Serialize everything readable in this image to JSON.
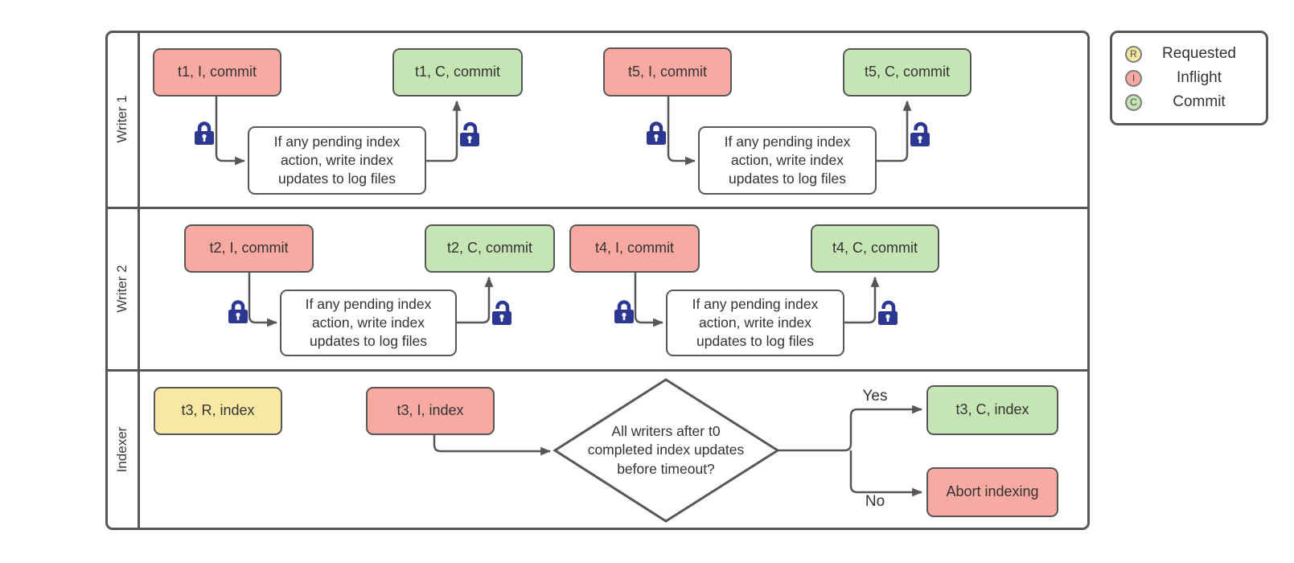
{
  "diagram": {
    "lanes": {
      "writer1": {
        "label": "Writer 1"
      },
      "writer2": {
        "label": "Writer 2"
      },
      "indexer": {
        "label": "Indexer"
      }
    },
    "nodes": {
      "t1_inflight": {
        "label": "t1, I, commit"
      },
      "w1_process_a": {
        "label": "If any pending index action, write index updates to log files"
      },
      "t1_commit": {
        "label": "t1, C, commit"
      },
      "t5_inflight": {
        "label": "t5, I, commit"
      },
      "w1_process_b": {
        "label": "If any pending index action, write index updates to log files"
      },
      "t5_commit": {
        "label": "t5, C, commit"
      },
      "t2_inflight": {
        "label": "t2, I, commit"
      },
      "w2_process_a": {
        "label": "If any pending index action, write index updates to log files"
      },
      "t2_commit": {
        "label": "t2, C, commit"
      },
      "t4_inflight": {
        "label": "t4, I, commit"
      },
      "w2_process_b": {
        "label": "If any pending index action, write index updates to log files"
      },
      "t4_commit": {
        "label": "t4, C, commit"
      },
      "t3_requested": {
        "label": "t3, R, index"
      },
      "t3_inflight": {
        "label": "t3, I, index"
      },
      "decision": {
        "label": "All writers after t0 completed index updates before timeout?"
      },
      "t3_commit": {
        "label": "t3, C, index"
      },
      "abort": {
        "label": "Abort indexing"
      }
    },
    "edge_labels": {
      "yes": "Yes",
      "no": "No"
    },
    "legend": {
      "items": [
        {
          "letter": "R",
          "label": "Requested",
          "color": "#f8e8a3"
        },
        {
          "letter": "I",
          "label": "Inflight",
          "color": "#f8a9a2"
        },
        {
          "letter": "C",
          "label": "Commit",
          "color": "#c6e5b4"
        }
      ]
    },
    "colors": {
      "inflight_fill": "#f8a9a2",
      "commit_fill": "#c6e5b4",
      "requested_fill": "#f8e8a3",
      "process_fill": "#ffffff",
      "stroke": "#575757",
      "text": "#333333",
      "lock": "#2c3792"
    }
  }
}
